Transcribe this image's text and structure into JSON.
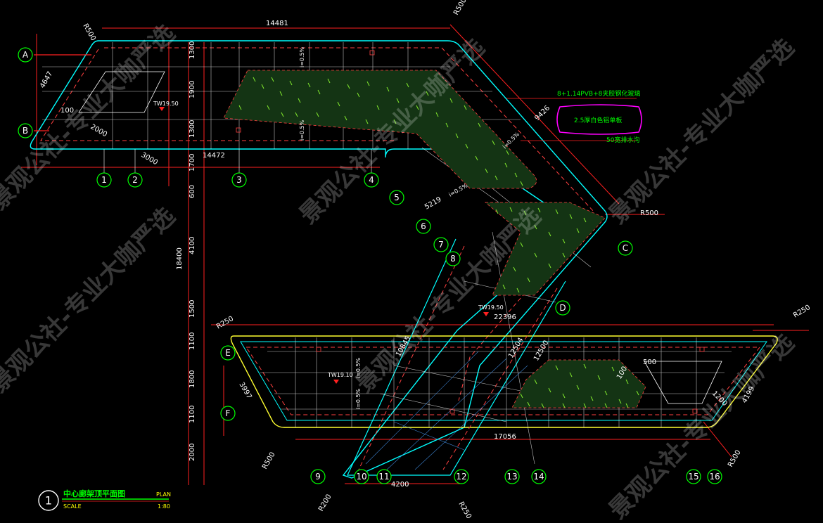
{
  "colors": {
    "background": "#000000",
    "outline": "#00ffff",
    "boundary": "#ff2020",
    "grid_line": "#ffffff",
    "planting": "#90ff30",
    "callout_circle": "#00ff00",
    "note_green": "#00ff00",
    "note_magenta": "#ff00ff",
    "yellow": "#ffff00"
  },
  "dimensions": {
    "top_length": "14481",
    "top_inner": "14472",
    "r_top_left": "R500",
    "r_top_right": "R500",
    "r_right": "R500",
    "r_mid_left": "R250",
    "r_mid_right": "R250",
    "r_bottom_left": "R500",
    "r_bottom_right": "R500",
    "r_bottom_a": "R200",
    "r_bottom_b": "R250",
    "d_4647": "4647",
    "d_100": "100",
    "d_2000": "2000",
    "d_3000": "3000",
    "d_9426": "9426",
    "d_5219": "5219",
    "d_22396": "22396",
    "d_10845": "10845",
    "d_12504": "12504",
    "d_12500": "12500",
    "d_3997": "3997",
    "d_17056": "17056",
    "d_4200": "4200",
    "d_4199": "4199",
    "d_1200": "1200",
    "d_500": "500",
    "d_100b": "100",
    "v_1300a": "1300",
    "v_1900": "1900",
    "v_1300b": "1300",
    "v_1700": "1700",
    "v_600": "600",
    "v_4100": "4100",
    "v_18400": "18400",
    "v_1500": "1500",
    "v_1100a": "1100",
    "v_1800": "1800",
    "v_1100b": "1100",
    "v_2000": "2000",
    "slope_1": "i=0.5%",
    "slope_2": "i=0.5%",
    "slope_3": "i=0.5%",
    "slope_4": "i=0.5%",
    "slope_5": "i=0.5%",
    "slope_6": "i=0.5%",
    "elev_1": "TW19.50",
    "elev_2": "TW19.50",
    "elev_3": "TW19.10"
  },
  "grid_labels": {
    "A": "A",
    "B": "B",
    "C": "C",
    "D": "D",
    "E": "E",
    "F": "F",
    "n1": "1",
    "n2": "2",
    "n3": "3",
    "n4": "4",
    "n5": "5",
    "n6": "6",
    "n7": "7",
    "n8": "8",
    "n9": "9",
    "n10": "10",
    "n11": "11",
    "n12": "12",
    "n13": "13",
    "n14": "14",
    "n15": "15",
    "n16": "16"
  },
  "notes": {
    "glass": "8+1.14PVB+8夹胶钢化玻璃",
    "panel": "2.5厚白色铝单板",
    "gutter": "50宽排水沟"
  },
  "title_block": {
    "number": "1",
    "title": "中心廊架顶平面图",
    "plan": "PLAN",
    "scale_label": "SCALE",
    "scale": "1:80"
  },
  "watermark": "景观公社-专业大咖严选"
}
